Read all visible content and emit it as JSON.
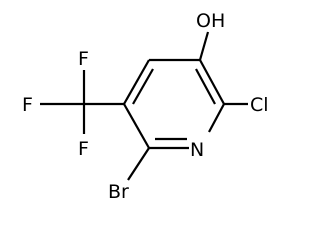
{
  "molecule": {
    "atoms": {
      "hydroxyl": "OH",
      "chloro": "Cl",
      "ring_nitrogen": "N",
      "bromo": "Br",
      "fluoro_top": "F",
      "fluoro_left": "F",
      "fluoro_bottom": "F"
    }
  },
  "colors": {
    "bond": "#000000",
    "label": "#000000",
    "background": "#ffffff"
  }
}
